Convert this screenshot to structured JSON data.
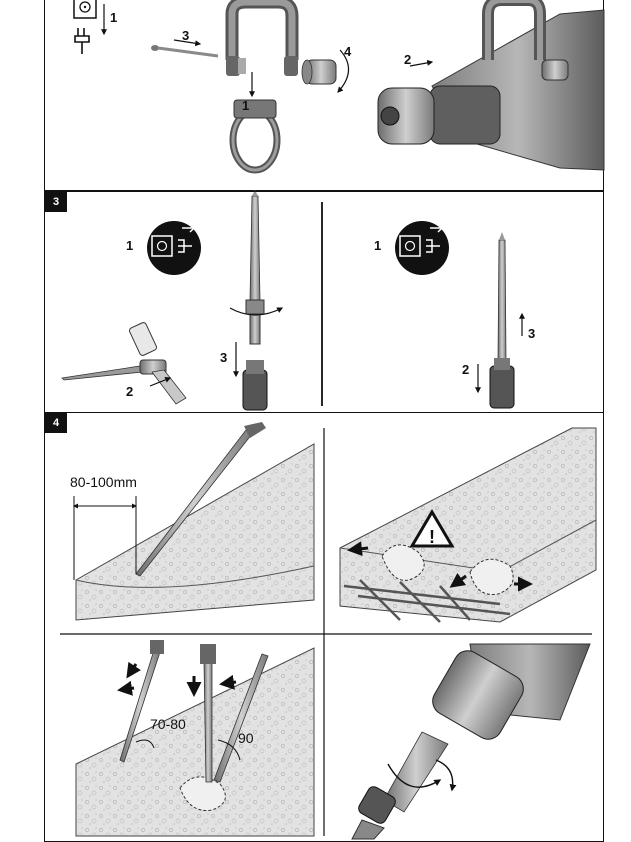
{
  "panels": {
    "panel3": {
      "number": "3"
    },
    "panel4": {
      "number": "4"
    }
  },
  "steps": {
    "top_step1": "1",
    "top_step3": "3",
    "top_step4": "4",
    "top_step1b": "1",
    "top_step2": "2",
    "p3_left_step1": "1",
    "p3_left_step2": "2",
    "p3_left_step3": "3",
    "p3_right_step1": "1",
    "p3_right_step2": "2",
    "p3_right_step3": "3"
  },
  "dimensions": {
    "edge_distance": "80-100mm",
    "chisel_angle": "70-80",
    "perpendicular_angle": "90"
  },
  "icons": [
    "unplug-icon",
    "plug-icon",
    "warning-icon",
    "rotate-arrow-icon"
  ],
  "colors": {
    "concrete": "#e4e4e4",
    "metal": "#9a9a9a",
    "dark": "#3a3a3a",
    "line": "#111111"
  }
}
